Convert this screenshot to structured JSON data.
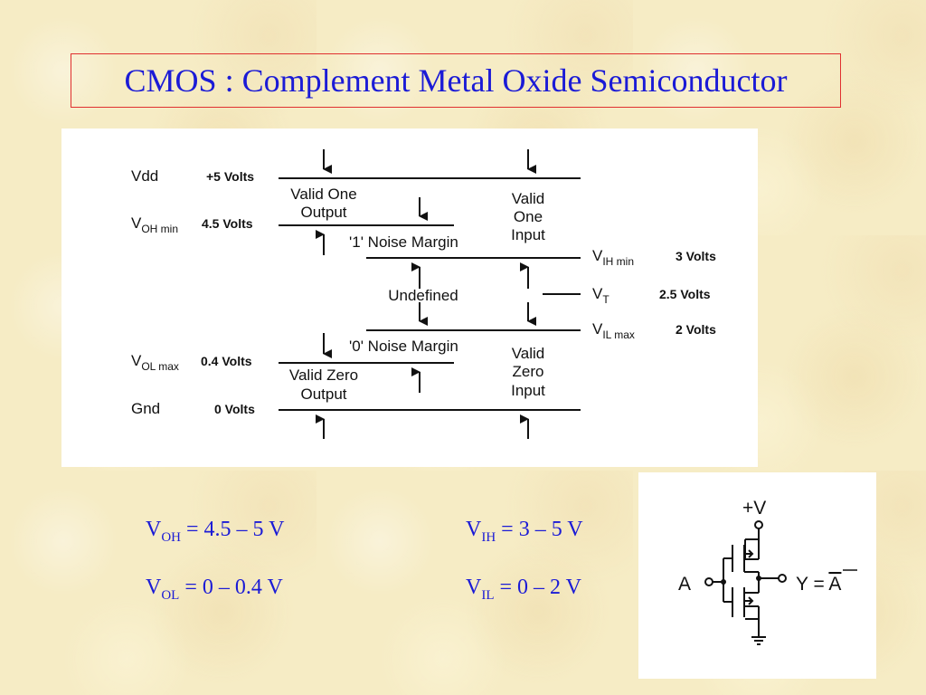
{
  "title": "CMOS : Complement Metal Oxide Semiconductor",
  "diagram": {
    "levels_left": [
      {
        "name": "Vdd",
        "value": "+5 Volts"
      },
      {
        "name": "V",
        "sub": "OH min",
        "value": "4.5 Volts"
      },
      {
        "name": "V",
        "sub": "OL max",
        "value": "0.4 Volts"
      },
      {
        "name": "Gnd",
        "value": "0 Volts"
      }
    ],
    "levels_right": [
      {
        "name": "V",
        "sub": "IH min",
        "value": "3 Volts"
      },
      {
        "name": "V",
        "sub": "T",
        "value": "2.5 Volts"
      },
      {
        "name": "V",
        "sub": "IL max",
        "value": "2 Volts"
      }
    ],
    "regions": {
      "valid_one_output": [
        "Valid One",
        "Output"
      ],
      "valid_one_input": [
        "Valid",
        "One",
        "Input"
      ],
      "noise_margin_1": "'1' Noise Margin",
      "undefined": "Undefined",
      "noise_margin_0": "'0' Noise Margin",
      "valid_zero_output": [
        "Valid Zero",
        "Output"
      ],
      "valid_zero_input": [
        "Valid",
        "Zero",
        "Input"
      ]
    }
  },
  "formulas": {
    "voh": {
      "v": "V",
      "sub": "OH",
      "rest": " = 4.5 – 5 V"
    },
    "vol": {
      "v": "V",
      "sub": "OL",
      "rest": " = 0 – 0.4 V"
    },
    "vih": {
      "v": "V",
      "sub": "IH",
      "rest": " = 3 – 5 V"
    },
    "vil": {
      "v": "V",
      "sub": "IL",
      "rest": " = 0 – 2 V"
    }
  },
  "circuit": {
    "supply": "+V",
    "input": "A",
    "output": "Y = ",
    "output_bar": "A"
  }
}
